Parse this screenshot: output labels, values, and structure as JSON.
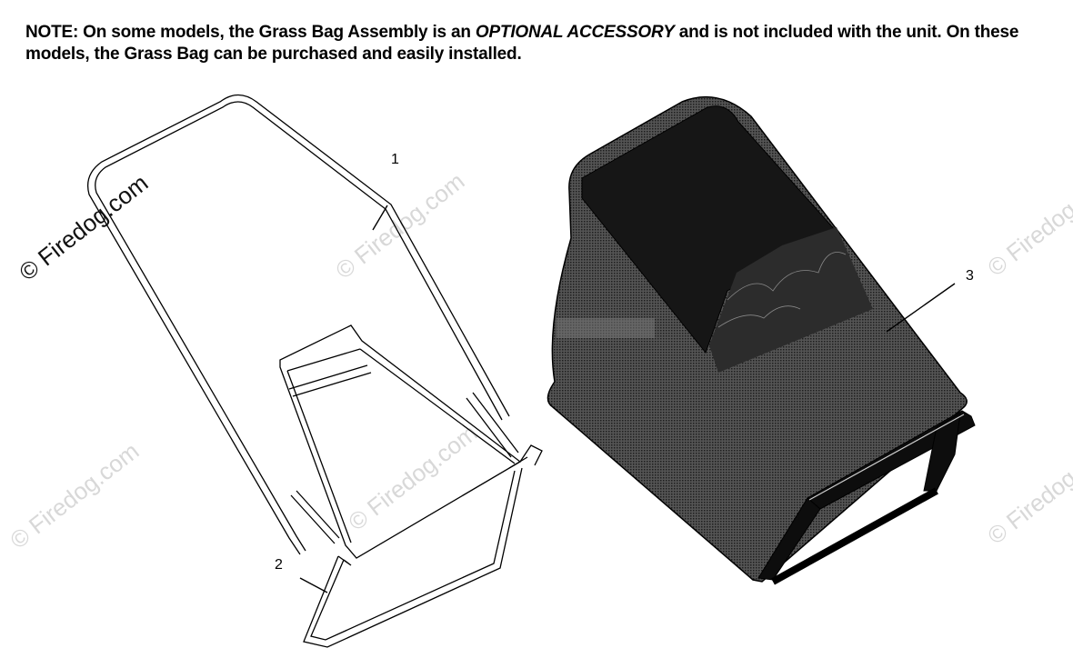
{
  "note": {
    "prefix": "NOTE: On some models, the Grass Bag Assembly is an ",
    "emphasis": "OPTIONAL ACCESSORY",
    "suffix": " and is not included with the unit. On these models, the Grass Bag can be purchased and easily installed."
  },
  "callouts": [
    "1",
    "2",
    "3"
  ],
  "watermark": "© Firedog.com",
  "colors": {
    "line": "#000000",
    "bag_fill": "#3a3a3a",
    "bag_interior": "#1a1a1a",
    "watermark": "#d8d8d8"
  }
}
